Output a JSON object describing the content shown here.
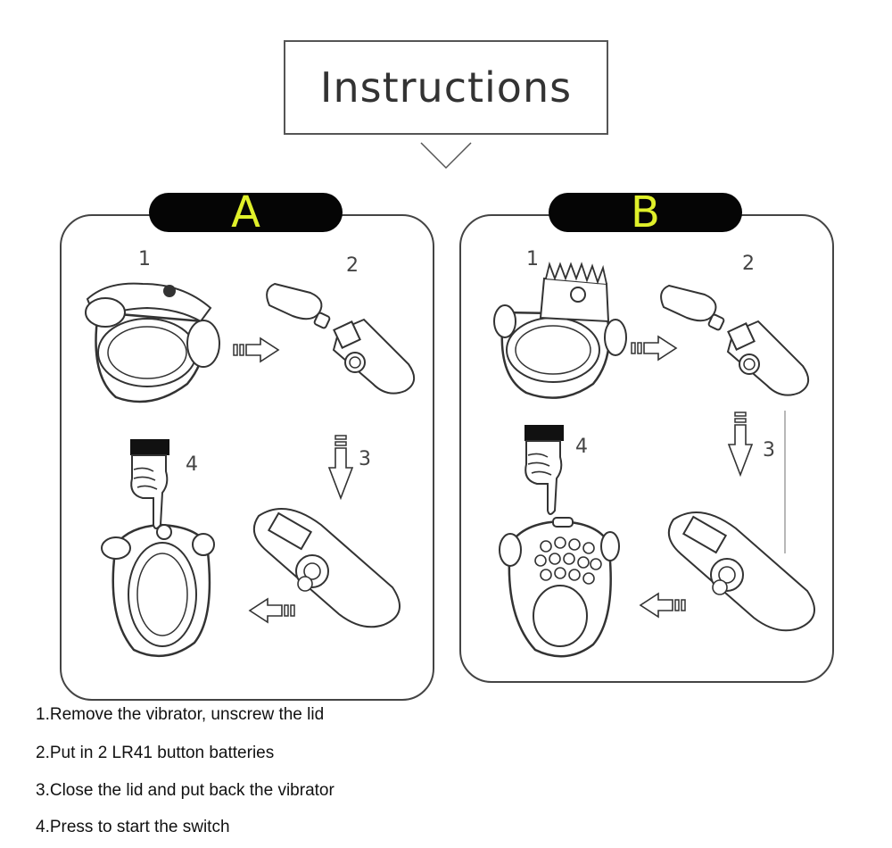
{
  "title": "Instructions",
  "panels": [
    {
      "letter": "A",
      "steps": [
        "1",
        "2",
        "3",
        "4"
      ]
    },
    {
      "letter": "B",
      "steps": [
        "1",
        "2",
        "3",
        "4"
      ]
    }
  ],
  "instructions": [
    "1.Remove the vibrator, unscrew the lid",
    "2.Put in 2 LR41 button batteries",
    "3.Close the lid and put back the vibrator",
    "4.Press to start the switch"
  ],
  "colors": {
    "pill": "#050505",
    "pill_letter": "#e0f02a",
    "line": "#333333"
  }
}
